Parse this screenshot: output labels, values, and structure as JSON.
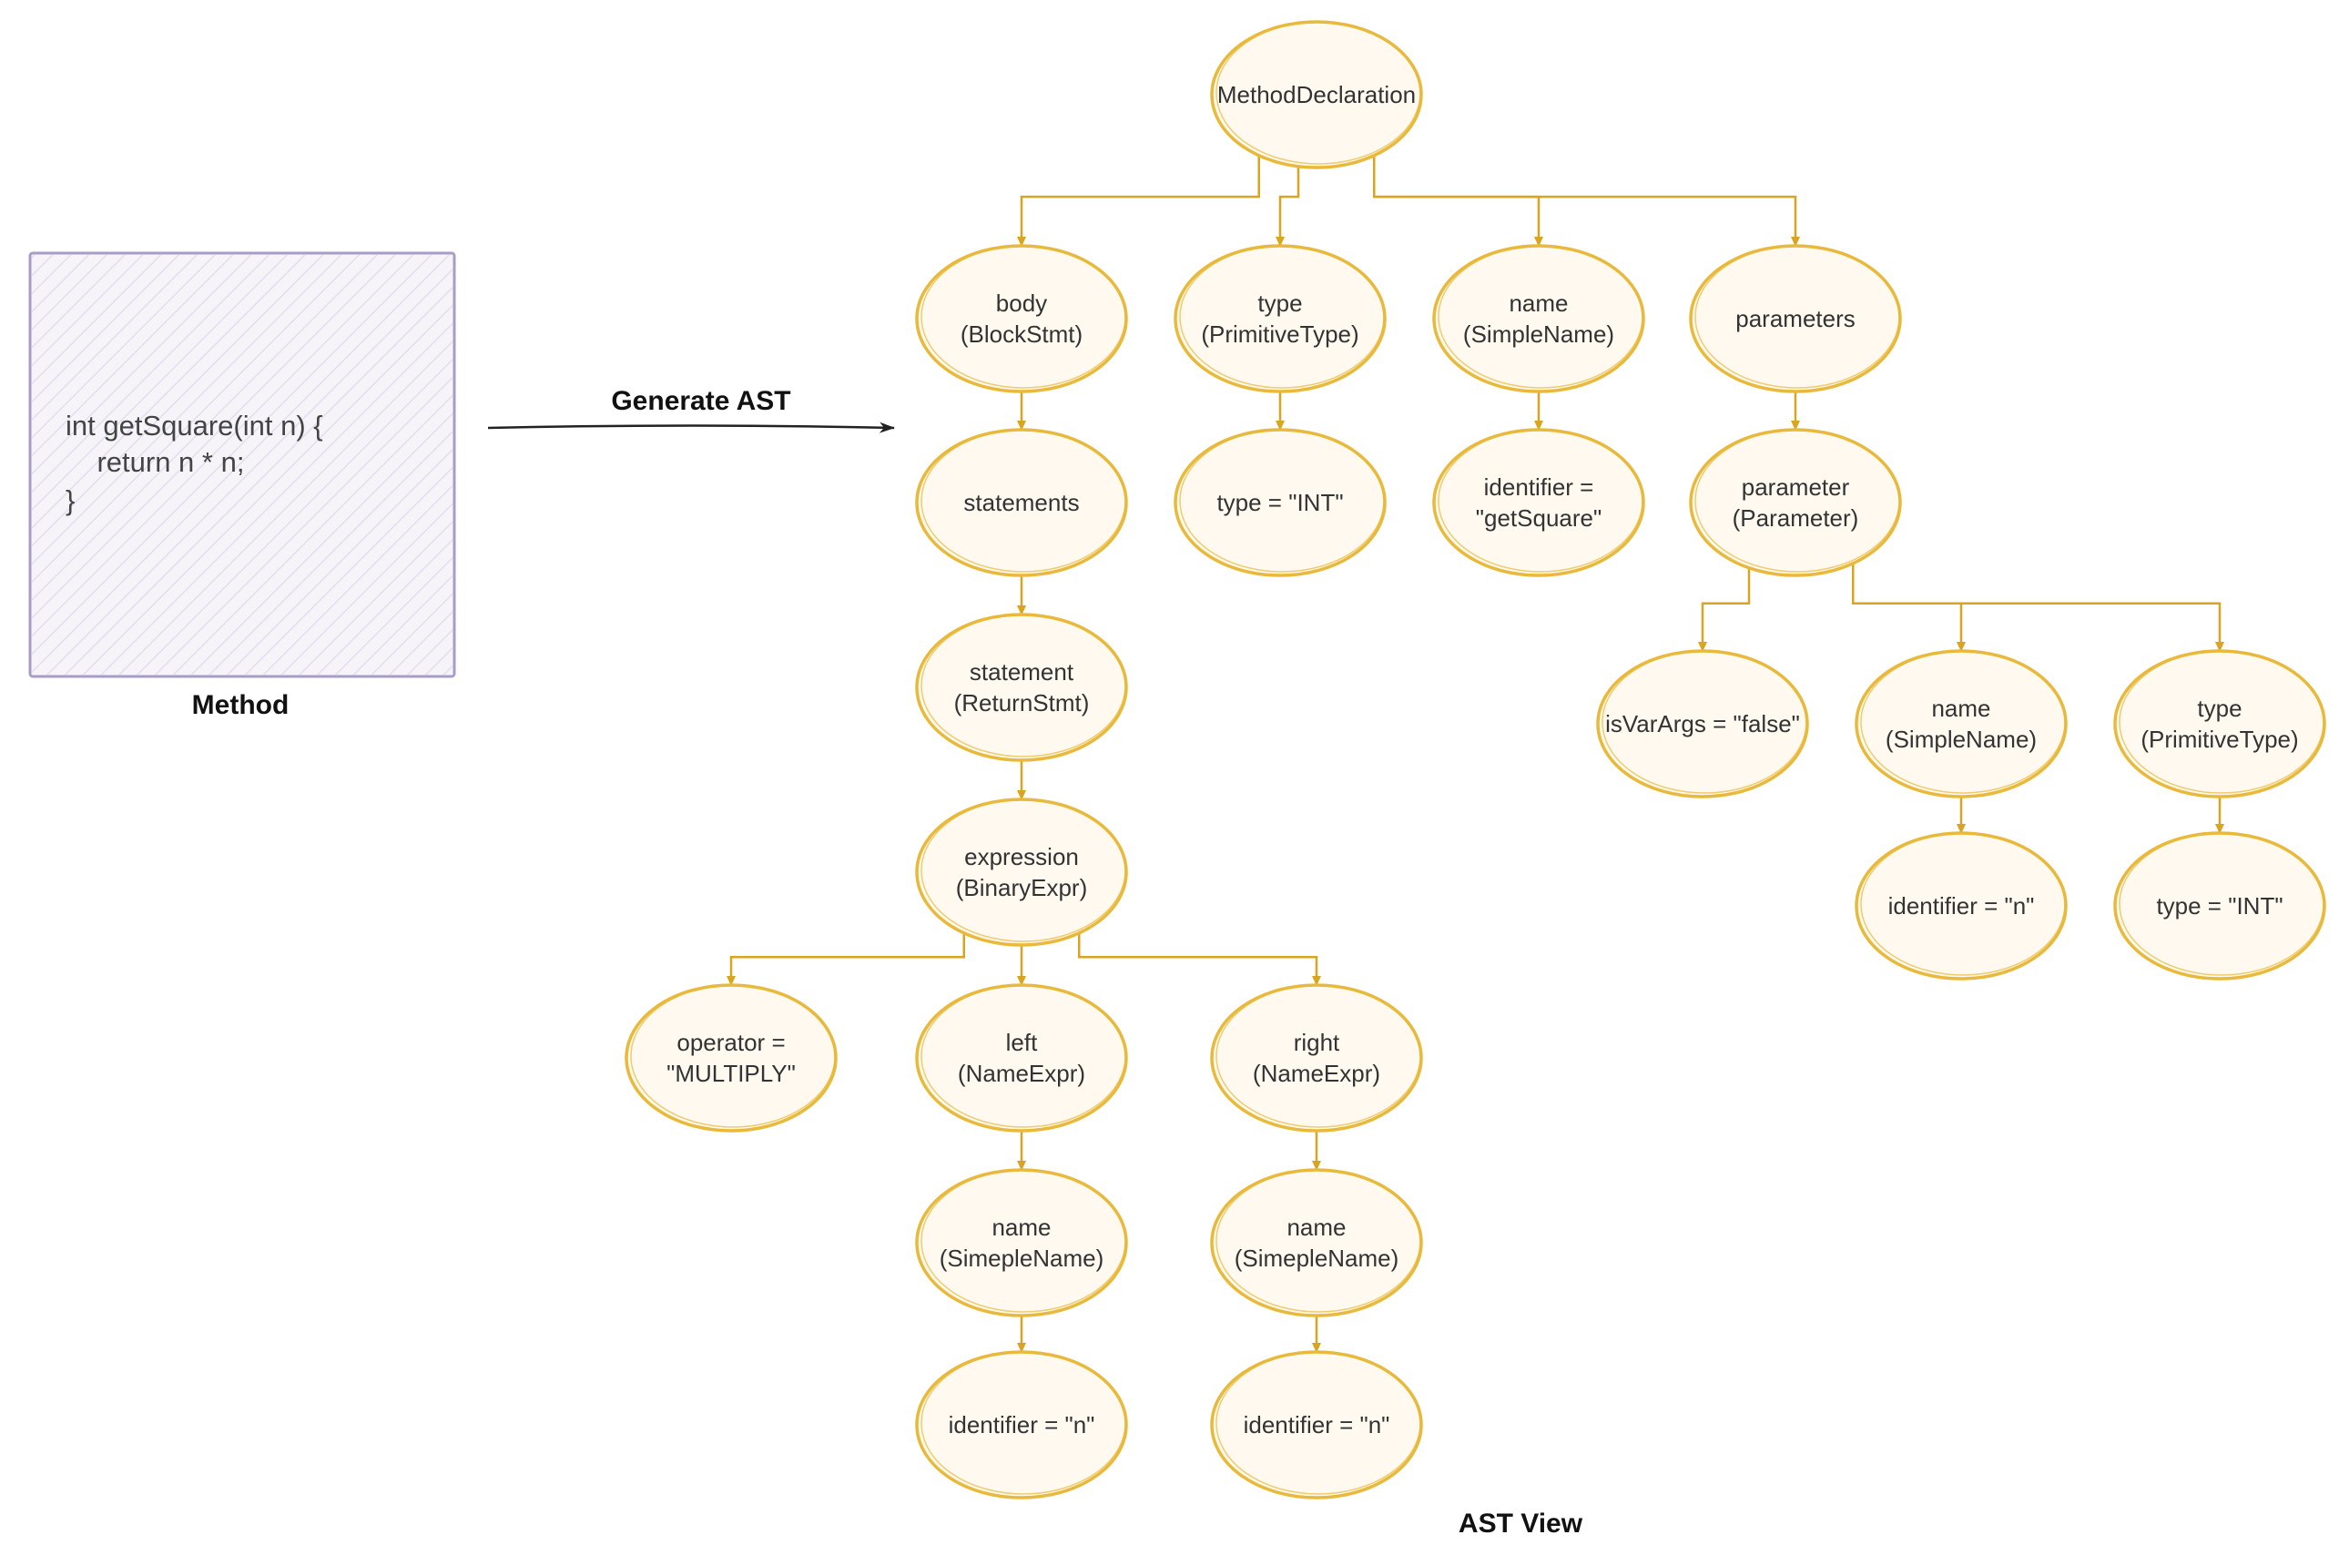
{
  "source": {
    "code_lines": [
      "int getSquare(int n) {",
      "    return n * n;",
      "}"
    ],
    "caption": "Method"
  },
  "arrow_label": "Generate AST",
  "ast_caption": "AST View",
  "colors": {
    "node_stroke": "#E8B93A",
    "node_fill": "#FFF9F0",
    "edge": "#D9A520",
    "code_box_stroke": "#A99CC9",
    "code_box_fill": "#F4F2F8"
  },
  "nodes": [
    {
      "id": "method-declaration",
      "lines": [
        "MethodDeclaration"
      ]
    },
    {
      "id": "body",
      "lines": [
        "body",
        "(BlockStmt)"
      ]
    },
    {
      "id": "type",
      "lines": [
        "type",
        "(PrimitiveType)"
      ]
    },
    {
      "id": "name",
      "lines": [
        "name",
        "(SimpleName)"
      ]
    },
    {
      "id": "parameters",
      "lines": [
        "parameters"
      ]
    },
    {
      "id": "statements",
      "lines": [
        "statements"
      ]
    },
    {
      "id": "type-int",
      "lines": [
        "type = \"INT\""
      ]
    },
    {
      "id": "identifier-getsquare",
      "lines": [
        "identifier =",
        "\"getSquare\""
      ]
    },
    {
      "id": "parameter",
      "lines": [
        "parameter",
        "(Parameter)"
      ]
    },
    {
      "id": "statement",
      "lines": [
        "statement",
        "(ReturnStmt)"
      ]
    },
    {
      "id": "isvarargs",
      "lines": [
        "isVarArgs = \"false\""
      ]
    },
    {
      "id": "param-name",
      "lines": [
        "name",
        "(SimpleName)"
      ]
    },
    {
      "id": "param-type",
      "lines": [
        "type",
        "(PrimitiveType)"
      ]
    },
    {
      "id": "expression",
      "lines": [
        "expression",
        "(BinaryExpr)"
      ]
    },
    {
      "id": "param-identifier",
      "lines": [
        "identifier = \"n\""
      ]
    },
    {
      "id": "param-type-int",
      "lines": [
        "type = \"INT\""
      ]
    },
    {
      "id": "operator",
      "lines": [
        "operator =",
        "\"MULTIPLY\""
      ]
    },
    {
      "id": "left",
      "lines": [
        "left",
        "(NameExpr)"
      ]
    },
    {
      "id": "right",
      "lines": [
        "right",
        "(NameExpr)"
      ]
    },
    {
      "id": "left-name",
      "lines": [
        "name",
        "(SimepleName)"
      ]
    },
    {
      "id": "right-name",
      "lines": [
        "name",
        "(SimepleName)"
      ]
    },
    {
      "id": "left-identifier",
      "lines": [
        "identifier = \"n\""
      ]
    },
    {
      "id": "right-identifier",
      "lines": [
        "identifier = \"n\""
      ]
    }
  ],
  "edges": [
    [
      "method-declaration",
      "body"
    ],
    [
      "method-declaration",
      "type"
    ],
    [
      "method-declaration",
      "name"
    ],
    [
      "method-declaration",
      "parameters"
    ],
    [
      "body",
      "statements"
    ],
    [
      "statements",
      "statement"
    ],
    [
      "statement",
      "expression"
    ],
    [
      "expression",
      "operator"
    ],
    [
      "expression",
      "left"
    ],
    [
      "expression",
      "right"
    ],
    [
      "left",
      "left-name"
    ],
    [
      "left-name",
      "left-identifier"
    ],
    [
      "right",
      "right-name"
    ],
    [
      "right-name",
      "right-identifier"
    ],
    [
      "type",
      "type-int"
    ],
    [
      "name",
      "identifier-getsquare"
    ],
    [
      "parameters",
      "parameter"
    ],
    [
      "parameter",
      "isvarargs"
    ],
    [
      "parameter",
      "param-name"
    ],
    [
      "parameter",
      "param-type"
    ],
    [
      "param-name",
      "param-identifier"
    ],
    [
      "param-type",
      "param-type-int"
    ]
  ]
}
